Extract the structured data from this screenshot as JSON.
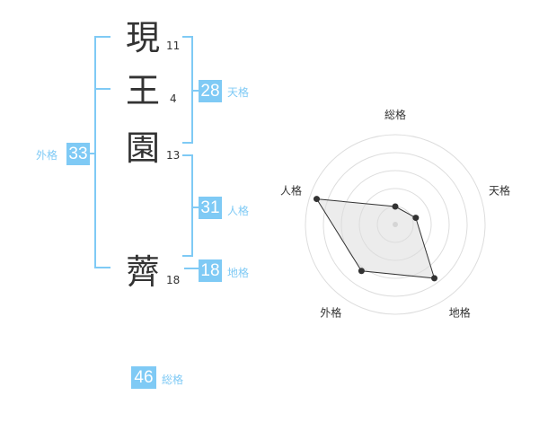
{
  "name": {
    "chars": [
      {
        "char": "現",
        "strokes": "11"
      },
      {
        "char": "王",
        "strokes": "4"
      },
      {
        "char": "園",
        "strokes": "13"
      },
      {
        "char": "薺",
        "strokes": "18"
      }
    ]
  },
  "kaku": {
    "tenkaku": {
      "value": "28",
      "label": "天格"
    },
    "jinkaku": {
      "value": "31",
      "label": "人格"
    },
    "chikaku": {
      "value": "18",
      "label": "地格"
    },
    "gaikaku": {
      "value": "33",
      "label": "外格"
    },
    "soukaku": {
      "value": "46",
      "label": "総格"
    }
  },
  "colors": {
    "accent": "#7fcaf5",
    "text": "#333333",
    "radar_fill": "#e8e8e8"
  },
  "chart_data": {
    "type": "radar",
    "axes": [
      "総格",
      "天格",
      "地格",
      "外格",
      "人格"
    ],
    "values": [
      1,
      1.2,
      3.7,
      3.2,
      4.6
    ],
    "range": [
      0,
      5
    ],
    "rings": 5
  }
}
